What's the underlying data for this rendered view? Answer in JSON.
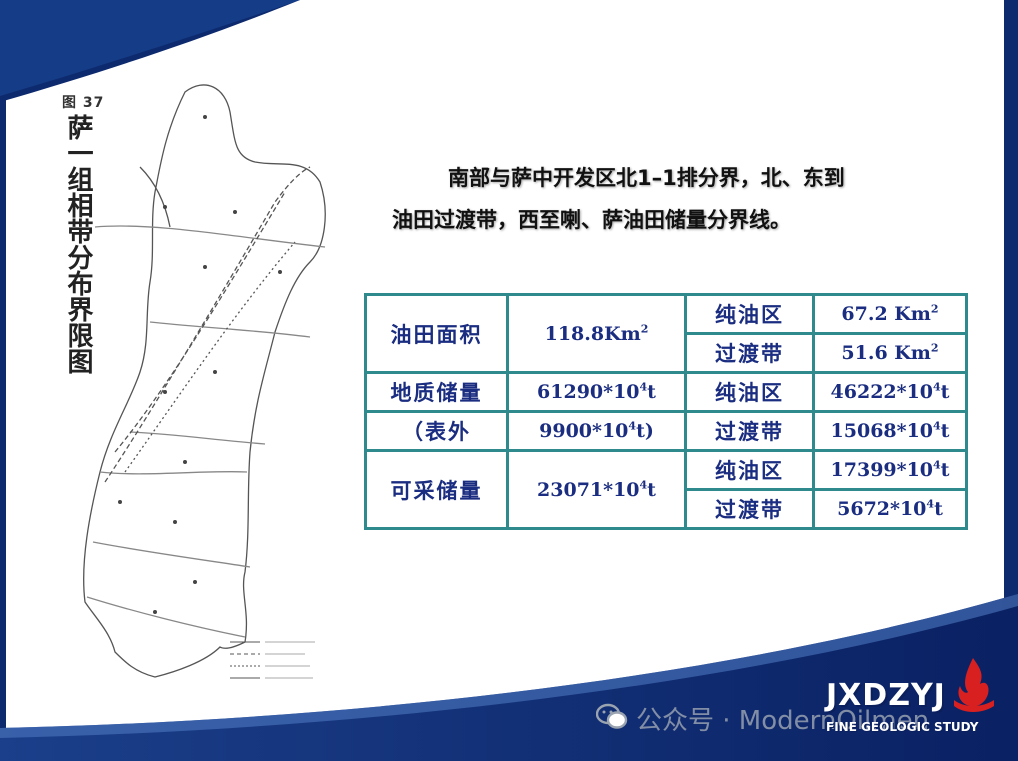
{
  "figure": {
    "number": "图 37",
    "title": "萨一组相带分布界限图"
  },
  "heading": {
    "line1": "南部与萨中开发区北1–1排分界，北、东到",
    "line2": "油田过渡带，西至喇、萨油田储量分界线。"
  },
  "table": {
    "area_label": "油田面积",
    "area_value": "118.8Km",
    "area_pure_label": "纯油区",
    "area_pure_value": "67.2 Km",
    "area_trans_label": "过渡带",
    "area_trans_value": "51.6 Km",
    "geo_label": "地质储量",
    "geo_value": "61290*10",
    "geo_pure_label": "纯油区",
    "geo_pure_value": "46222*10",
    "outer_label": "（表外",
    "outer_value": "9900*10",
    "outer_trans_label": "过渡带",
    "outer_trans_value": "15068*10",
    "rec_label": "可采储量",
    "rec_value": "23071*10",
    "rec_pure_label": "纯油区",
    "rec_pure_value": "17399*10",
    "rec_trans_label": "过渡带",
    "rec_trans_value": "5672*10",
    "unit_km": "2",
    "unit_exp": "4",
    "unit_t": "t",
    "unit_t_paren": "t)"
  },
  "logo": {
    "main": "JXDZYJ",
    "sub": "FINE GEOLOGIC STUDY"
  },
  "watermark": "公众号 · ModernOilmen",
  "colors": {
    "navy": "#0d2a6e",
    "table_border": "#2e8a8c",
    "table_text": "#1a2d80"
  }
}
